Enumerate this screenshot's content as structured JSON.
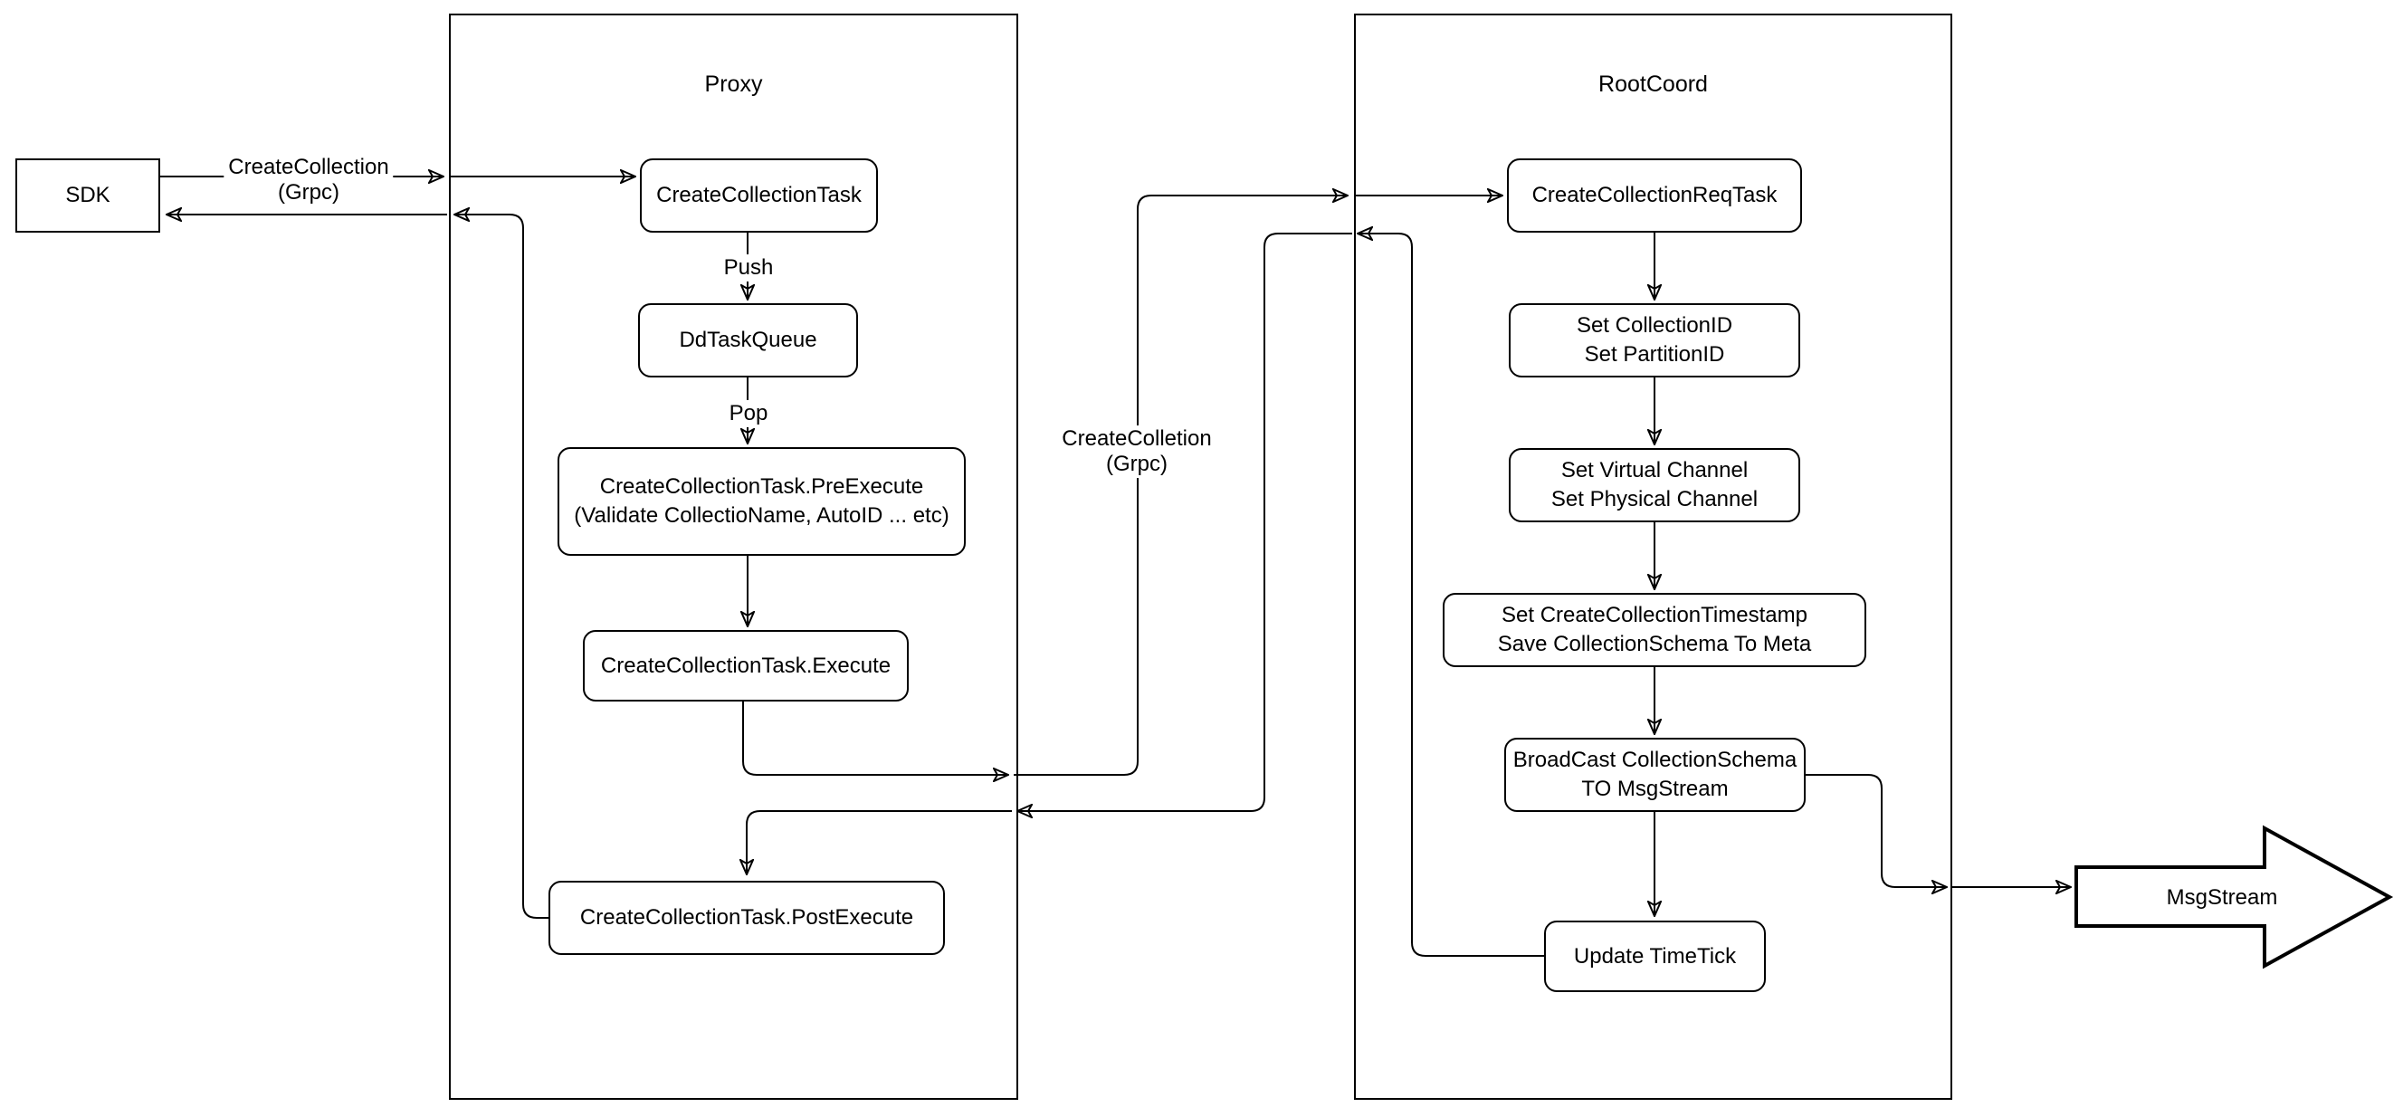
{
  "canvas": {
    "background": "#ffffff",
    "stroke_color": "#000000",
    "node_fill": "#ffffff"
  },
  "actors": {
    "sdk": {
      "label": "SDK"
    },
    "msgstream": {
      "label": "MsgStream"
    }
  },
  "containers": {
    "proxy": {
      "title": "Proxy"
    },
    "rootcoord": {
      "title": "RootCoord"
    }
  },
  "proxy_nodes": {
    "create_collection_task": {
      "label": "CreateCollectionTask"
    },
    "dd_task_queue": {
      "label": "DdTaskQueue"
    },
    "pre_execute": {
      "line1": "CreateCollectionTask.PreExecute",
      "line2": "(Validate CollectioName, AutoID ... etc)"
    },
    "execute": {
      "label": "CreateCollectionTask.Execute"
    },
    "post_execute": {
      "label": "CreateCollectionTask.PostExecute"
    }
  },
  "rootcoord_nodes": {
    "req_task": {
      "label": "CreateCollectionReqTask"
    },
    "set_ids": {
      "line1": "Set CollectionID",
      "line2": "Set PartitionID"
    },
    "set_channels": {
      "line1": "Set Virtual Channel",
      "line2": "Set Physical Channel"
    },
    "set_timestamp": {
      "line1": "Set CreateCollectionTimestamp",
      "line2": "Save CollectionSchema To Meta"
    },
    "broadcast": {
      "line1": "BroadCast CollectionSchema",
      "line2": "TO MsgStream"
    },
    "update_timetick": {
      "label": "Update TimeTick"
    }
  },
  "edge_labels": {
    "grpc_request": {
      "line1": "CreateCollection",
      "line2": "(Grpc)"
    },
    "push": "Push",
    "pop": "Pop",
    "grpc_internal": {
      "line1": "CreateColletion",
      "line2": "(Grpc)"
    }
  }
}
